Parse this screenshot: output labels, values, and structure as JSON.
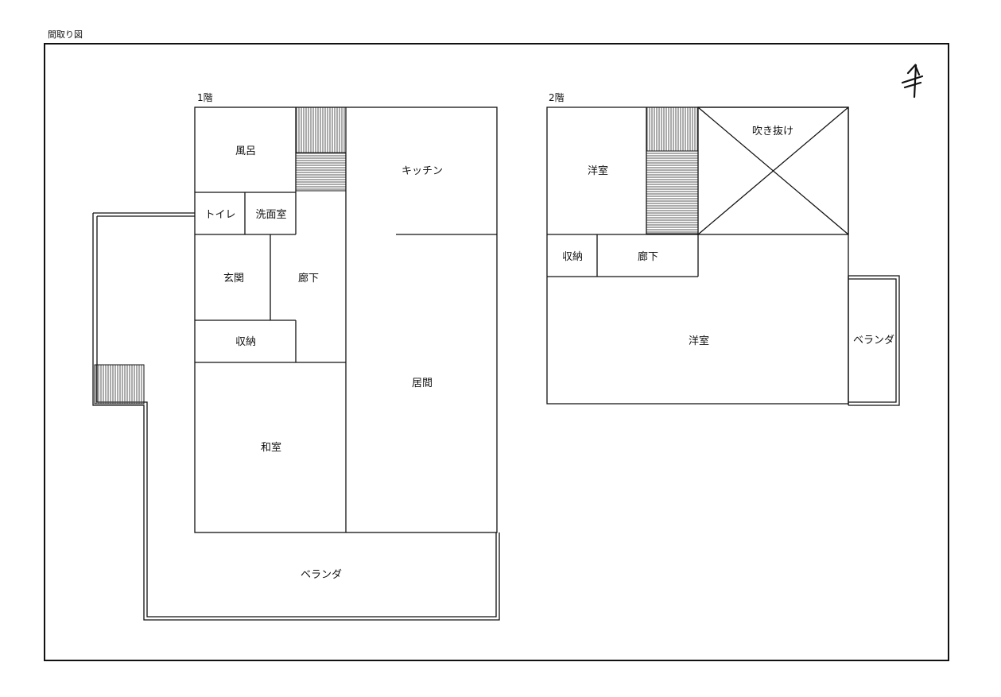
{
  "document": {
    "title": "間取り図"
  },
  "compass": {
    "north": "north-arrow-icon"
  },
  "floor1": {
    "label": "1階",
    "rooms": {
      "bath": "風呂",
      "kitchen": "キッチン",
      "toilet": "トイレ",
      "washroom": "洗面室",
      "entrance": "玄関",
      "hallway": "廊下",
      "storage": "収納",
      "living": "居間",
      "japanese_room": "和室",
      "veranda": "ベランダ"
    }
  },
  "floor2": {
    "label": "2階",
    "rooms": {
      "western_room_small": "洋室",
      "atrium": "吹き抜け",
      "storage": "収納",
      "hallway": "廊下",
      "western_room_large": "洋室",
      "veranda": "ベランダ"
    }
  },
  "colors": {
    "line": "#111111",
    "background": "#ffffff",
    "stair_hatch": "#555555"
  }
}
